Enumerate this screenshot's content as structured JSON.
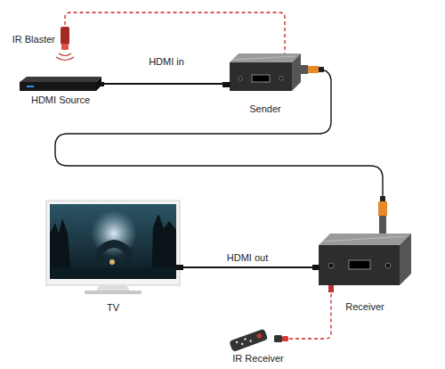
{
  "diagram": {
    "nodes": [
      {
        "text": [
          "IR Blaster"
        ]
      },
      {
        "text": [
          "HDMI Source"
        ]
      },
      {
        "text": [
          "Sender"
        ]
      },
      {
        "text": [
          "TV"
        ]
      },
      {
        "text": [
          "Receiver"
        ]
      },
      {
        "text": [
          "IR Receiver"
        ]
      }
    ],
    "edges": [
      {
        "from": 1,
        "to": 2,
        "label": "HDMI in",
        "arrow": "none"
      },
      {
        "from": 0,
        "to": 2,
        "arrow": "none"
      },
      {
        "from": 2,
        "to": 4,
        "arrow": "none"
      },
      {
        "from": 4,
        "to": 3,
        "label": "HDMI out",
        "arrow": "none"
      },
      {
        "from": 5,
        "to": 4,
        "arrow": "none"
      }
    ]
  }
}
